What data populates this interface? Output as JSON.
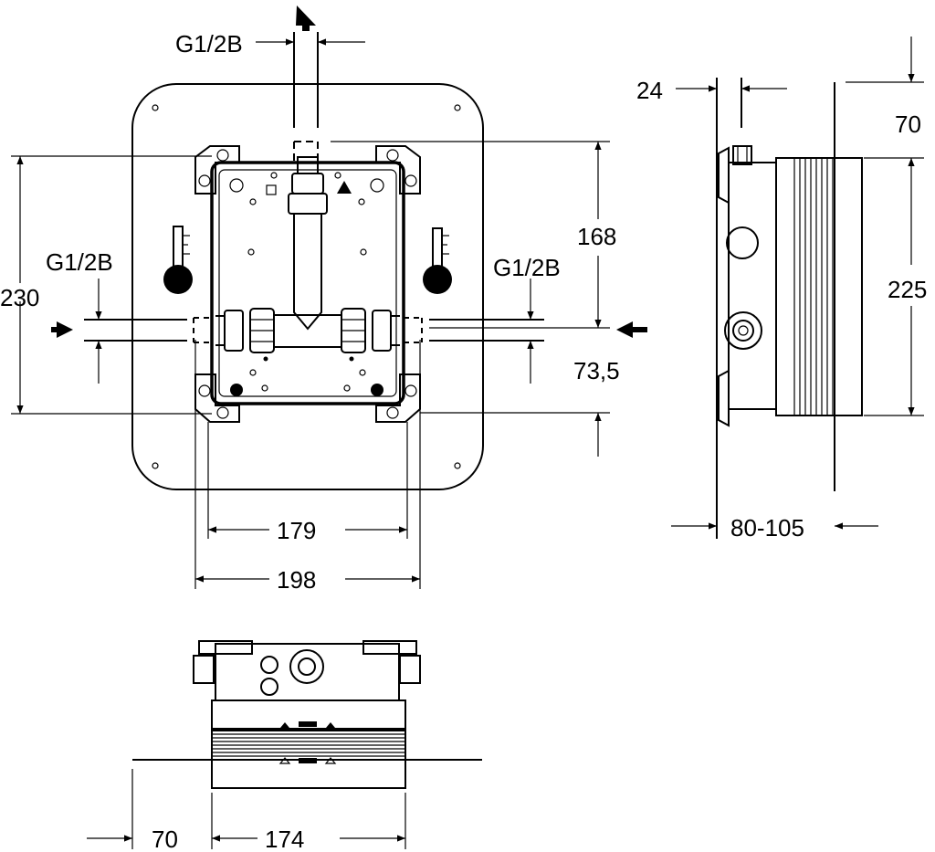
{
  "dims": {
    "g12b_top": "G1/2B",
    "g12b_left": "G1/2B",
    "g12b_right": "G1/2B",
    "d230": "230",
    "d168": "168",
    "d73_5": "73,5",
    "d179": "179",
    "d198": "198",
    "d24": "24",
    "d70_side": "70",
    "d225": "225",
    "d80_105": "80-105",
    "d70_bottom": "70",
    "d174": "174"
  }
}
